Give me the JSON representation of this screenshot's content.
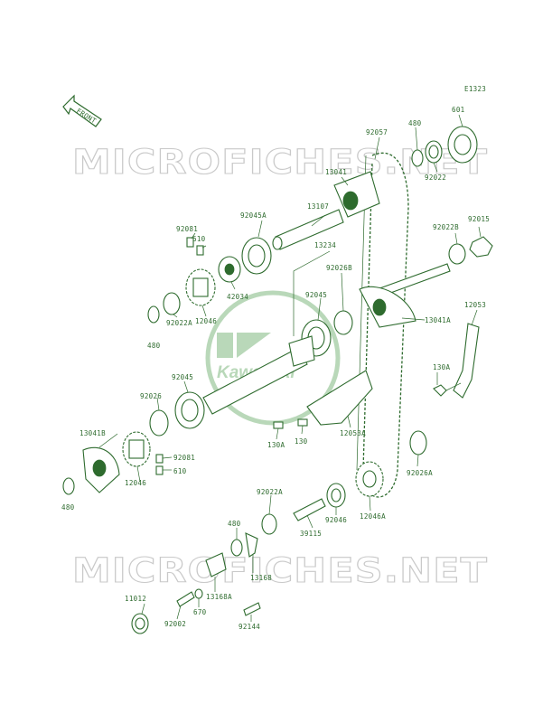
{
  "diagram_code": "E1323",
  "front_label": "FRONT",
  "watermark_top": "MICROFICHES.NET",
  "watermark_bottom": "MICROFICHES.NET",
  "logo_text": "Kawasaki",
  "colors": {
    "ink": "#2e6b2e",
    "watermark": "#c9c9c9",
    "logo": "#b9d8b9",
    "background": "#ffffff"
  },
  "part_labels": {
    "p601": "601",
    "p480_top": "480",
    "p92057": "92057",
    "p92022": "92022",
    "p13041": "13041",
    "p13107": "13107",
    "p92045A": "92045A",
    "p92081_top": "92081",
    "p610_top": "610",
    "p92022B": "92022B",
    "p92015": "92015",
    "p13234": "13234",
    "p92026B": "92026B",
    "p42034": "42034",
    "p92045_mid": "92045",
    "p12046_top": "12046",
    "p92022A_top": "92022A",
    "p480_left": "480",
    "p13041A": "13041A",
    "p12053": "12053",
    "p130A_right": "130A",
    "p92045_low": "92045",
    "p92026": "92026",
    "p13041B": "13041B",
    "p92081_low": "92081",
    "p610_low": "610",
    "p12046_low": "12046",
    "p480_low": "480",
    "p130A_low": "130A",
    "p130": "130",
    "p12053A": "12053A",
    "p92026A": "92026A",
    "p92022A_low": "92022A",
    "p39115": "39115",
    "p92046": "92046",
    "p12046A": "12046A",
    "p480_bottom": "480",
    "p13168": "13168",
    "p13168A": "13168A",
    "p11012": "11012",
    "p92002": "92002",
    "p670": "670",
    "p92144": "92144"
  }
}
